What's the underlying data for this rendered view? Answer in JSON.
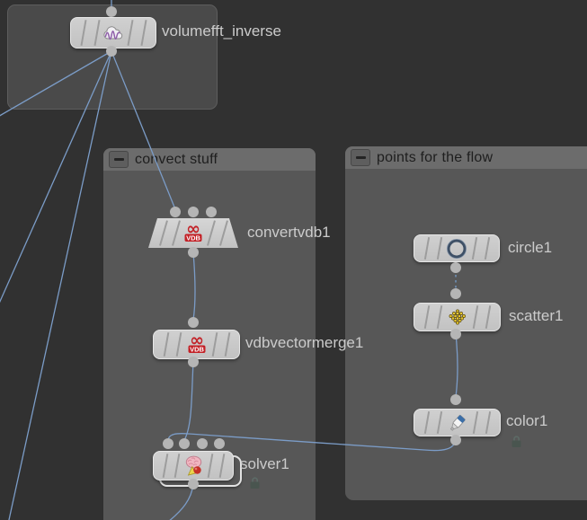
{
  "app": "node-network-editor",
  "colors": {
    "background": "#313131",
    "network_box_body": "#575757",
    "network_box_header": "#6c6c6c",
    "dim_box_body": "#4a4a4a",
    "wire": "#7b9cc7",
    "node_body": "#c8c8c8",
    "node_label_text": "#cbcbcb",
    "header_text": "#1e1e1e",
    "vdb_red": "#c32026",
    "scatter_yellow": "#e8c832",
    "circle_ring": "#3e5066",
    "brain_pink": "#f0b6c0"
  },
  "network_boxes": [
    {
      "id": "volumefft-box",
      "label": "",
      "collapsed": false
    },
    {
      "id": "convect-box",
      "label": "convect stuff",
      "collapse_glyph": "minus",
      "collapsed": false
    },
    {
      "id": "points-box",
      "label": "points for the flow",
      "collapse_glyph": "minus",
      "collapsed": false
    }
  ],
  "nodes": [
    {
      "id": "volumefft_inverse",
      "label": "volumefft_inverse",
      "icon": "volume-fft-cloud-icon",
      "inputs": 1,
      "outputs": 1,
      "locked": false
    },
    {
      "id": "convertvdb1",
      "label": "convertvdb1",
      "icon": "vdb-infinity-icon",
      "shape": "trapezoid",
      "inputs": 3,
      "outputs": 1,
      "locked": false
    },
    {
      "id": "vdbvectormerge1",
      "label": "vdbvectormerge1",
      "icon": "vdb-infinity-icon",
      "inputs": 1,
      "outputs": 1,
      "locked": false
    },
    {
      "id": "solver1",
      "label": "solver1",
      "icon": "solver-brain-icon",
      "inputs": 4,
      "outputs": 1,
      "locked": true,
      "stacked": true
    },
    {
      "id": "circle1",
      "label": "circle1",
      "icon": "circle-ring-icon",
      "inputs": 0,
      "outputs": 1,
      "locked": false
    },
    {
      "id": "scatter1",
      "label": "scatter1",
      "icon": "scatter-points-icon",
      "inputs": 1,
      "outputs": 1,
      "locked": false
    },
    {
      "id": "color1",
      "label": "color1",
      "icon": "paint-tube-icon",
      "inputs": 1,
      "outputs": 1,
      "locked": true
    }
  ],
  "connections": [
    {
      "from": "volumefft_inverse",
      "to": "convertvdb1",
      "style": "solid"
    },
    {
      "from": "convertvdb1",
      "to": "vdbvectormerge1",
      "style": "solid"
    },
    {
      "from": "vdbvectormerge1",
      "to": "solver1:input2",
      "style": "solid"
    },
    {
      "from": "color1",
      "to": "solver1:input1",
      "style": "solid"
    },
    {
      "from": "circle1",
      "to": "scatter1",
      "style": "dotted"
    },
    {
      "from": "scatter1",
      "to": "color1",
      "style": "solid"
    },
    {
      "from": "volumefft_inverse",
      "to": "offscreen-left-and-bottom",
      "style": "solid"
    }
  ]
}
